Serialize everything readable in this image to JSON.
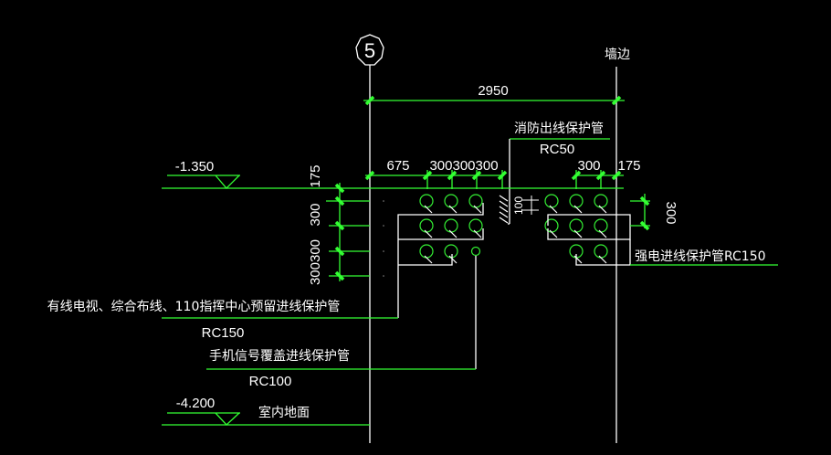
{
  "drawing": {
    "axis_label": "5",
    "wall_edge_label": "墙边",
    "top_dimension": "2950",
    "fire_pipe": {
      "label": "消防出线保护管",
      "spec": "RC50"
    },
    "horizontal_dims_left": [
      "675",
      "300300300"
    ],
    "horizontal_dims_right": [
      "300",
      "175"
    ],
    "vertical_dims_left": [
      "175",
      "300",
      "300300"
    ],
    "vertical_dim_right": "300",
    "small_dim": "100",
    "elevation_top": "-1.350",
    "elevation_bottom": "-4.200",
    "floor_label": "室内地面",
    "strong_power_pipe": {
      "label": "强电进线保护管RC150"
    },
    "cable_tv_pipe": {
      "label": "有线电视、综合布线、110指挥中心预留进线保护管",
      "spec": "RC150"
    },
    "mobile_signal_pipe": {
      "label": "手机信号覆盖进线保护管",
      "spec": "RC100"
    },
    "left_pipe_group": {
      "rows": [
        3,
        3,
        3
      ]
    },
    "right_pipe_group": {
      "rows": [
        3,
        3,
        2
      ]
    }
  }
}
